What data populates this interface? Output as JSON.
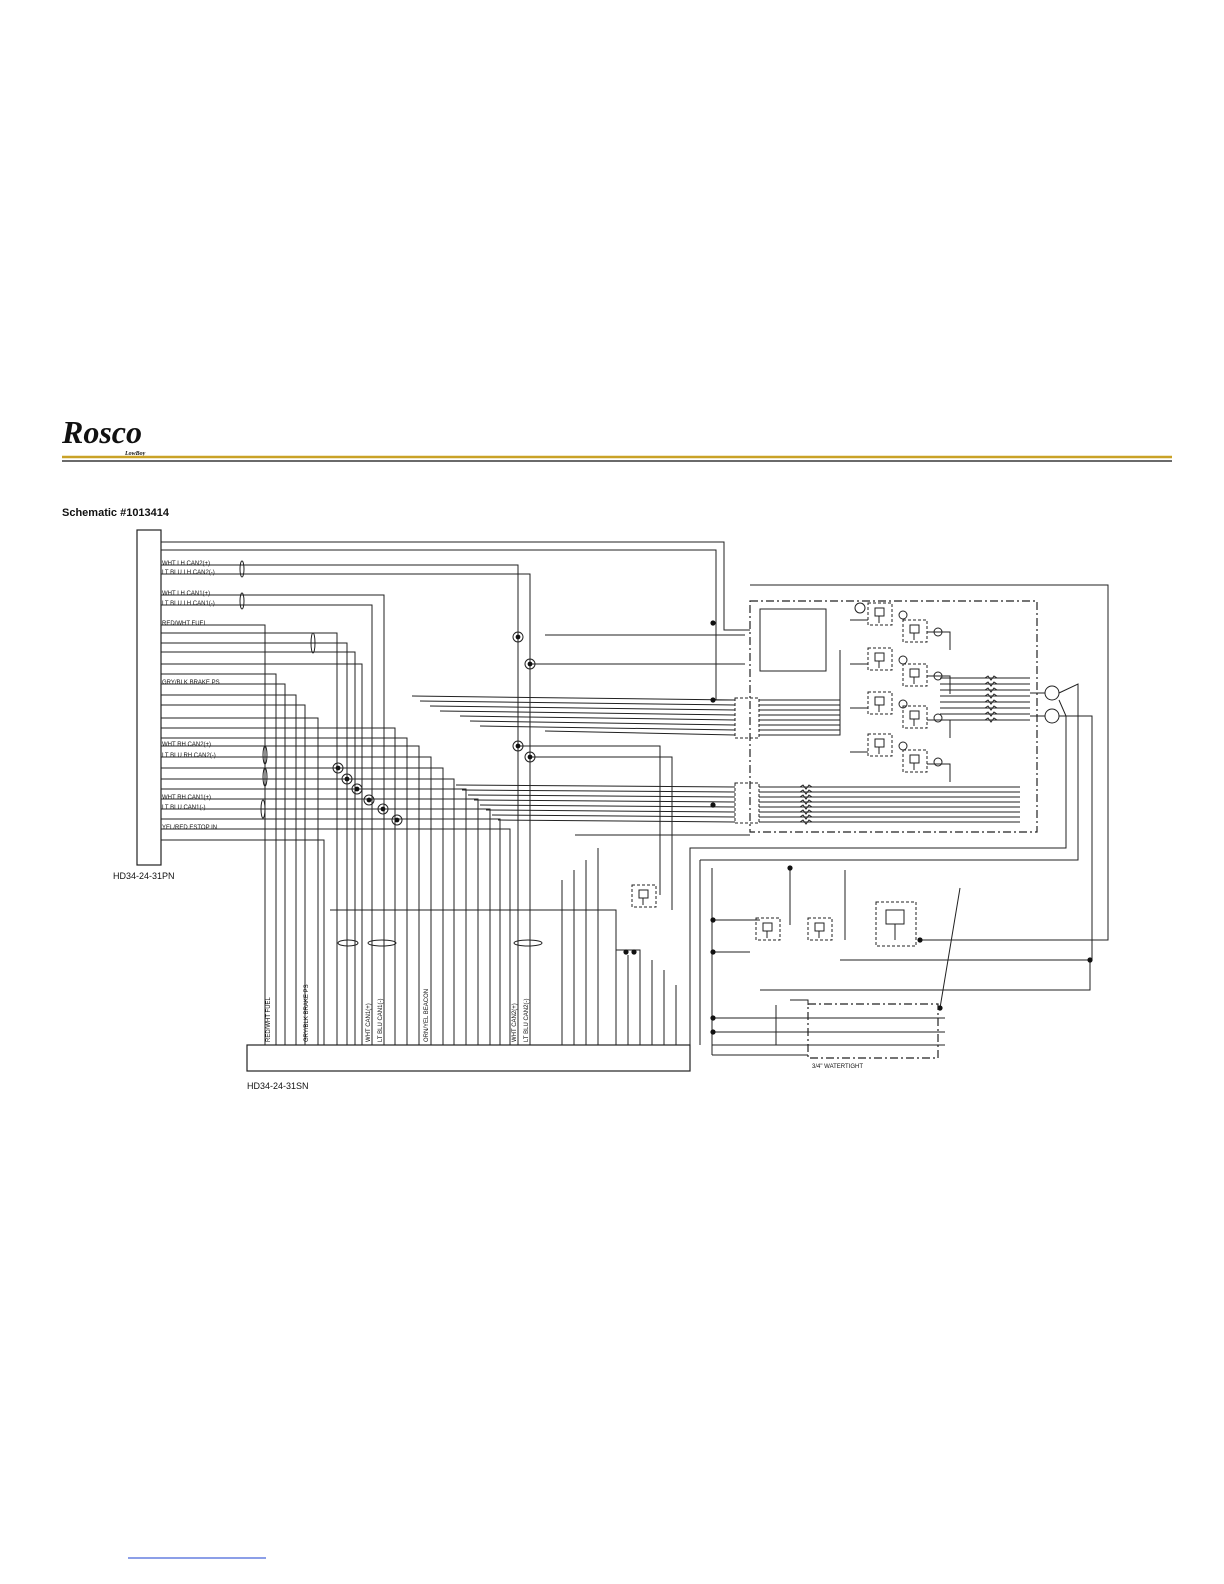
{
  "header": {
    "logo_text": "Rosco",
    "logo_subtext": "LowBoy",
    "rule_color": "#c9a227"
  },
  "schematic": {
    "title": "Schematic #1013414",
    "left_connector": {
      "name": "HD34-24-31PN",
      "pins": [
        "WHT LH CAN2(+)",
        "LT BLU LH CAN2(-)",
        "WHT LH CAN1(+)",
        "LT BLU LH CAN1(-)",
        "RED/WHT FUEL",
        "GRY/BLK BRAKE PS",
        "WHT RH CAN2(+)",
        "LT BLU RH CAN2(-)",
        "WHT RH CAN1(+)",
        "LT BLU CAN1(-)",
        "YEL/RED ESTOP IN"
      ]
    },
    "bottom_connector": {
      "name": "HD34-24-31SN",
      "pins": [
        "RED/WHT FUEL",
        "GRY/BLK BRAKE PS",
        "WHT CAN1(+)",
        "LT BLU CAN1(-)",
        "ORN/YEL BEACON",
        "WHT CAN2(+)",
        "LT BLU CAN2(-)"
      ]
    },
    "conduit_label": "3/4\" WATERTIGHT"
  },
  "footer": {
    "link_color": "#1a3fd1"
  }
}
